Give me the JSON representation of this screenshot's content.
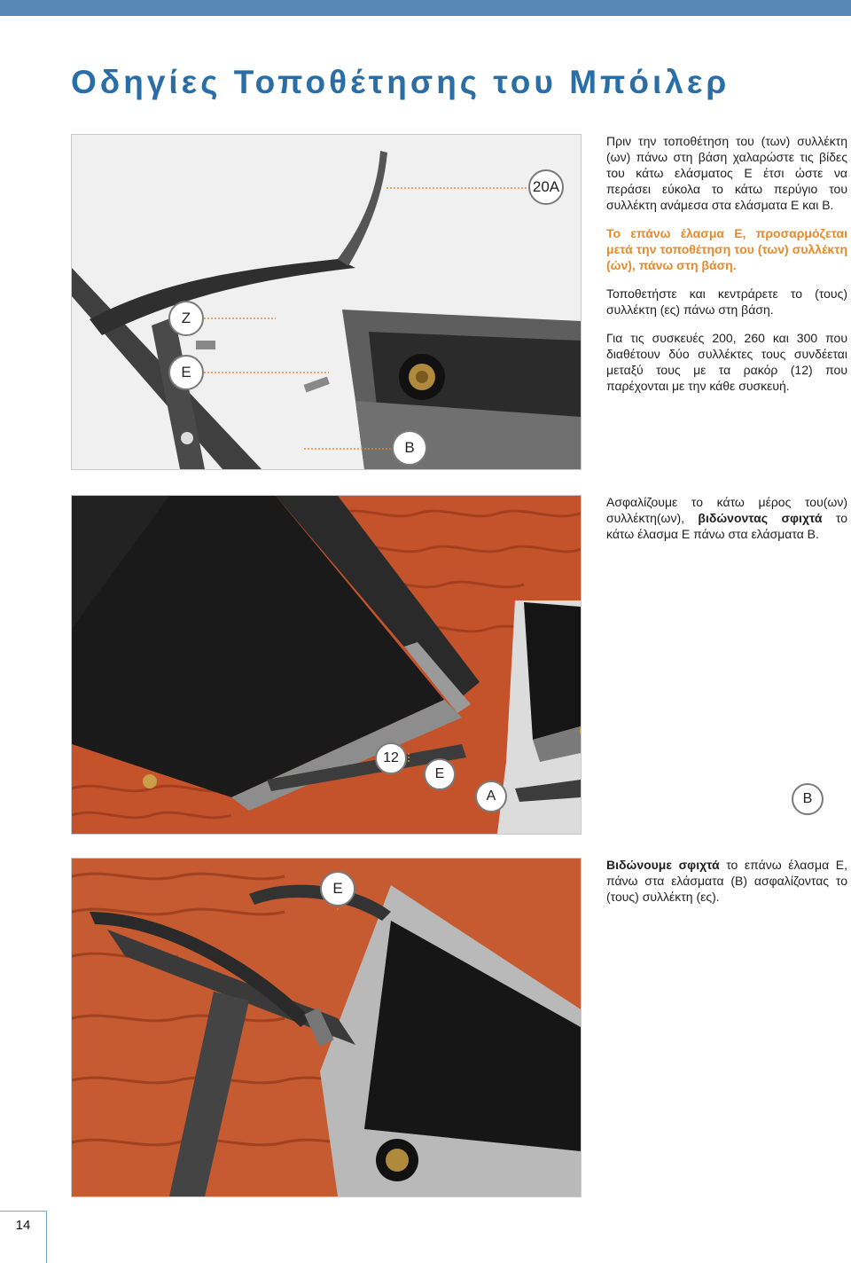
{
  "title": "Οδηγίες Τοποθέτησης του Μπόιλερ",
  "figure1": {
    "labels": {
      "l20a": "20A",
      "z": "Z",
      "e": "E",
      "b": "B"
    }
  },
  "text1": {
    "p1": "Πριν την τοποθέτηση του (των) συλλέκτη (ων) πάνω στη βάση χαλαρώστε τις βίδες του κάτω ελάσματος Ε έτσι ώστε να περάσει εύκολα το κάτω περύγιο του συλλέκτη ανάμεσα στα ελάσματα Ε και Β.",
    "p2": "Το επάνω έλασμα Ε, προσαρμόζεται μετά την τοποθέτηση του (των) συλλέκτη (ών), πάνω στη βάση.",
    "p3": "Τοποθετήστε και κεντράρετε το (τους) συλλέκτη (ες) πάνω στη βάση.",
    "p4": "Για τις συσκευές 200, 260 και 300 που διαθέτουν δύο συλλέκτες τους συνδέεται μεταξύ τους με τα ρακόρ (12) που παρέχονται με την κάθε συσκευή."
  },
  "figure2": {
    "labels": {
      "n12": "12",
      "e": "E",
      "a": "A",
      "b": "B"
    }
  },
  "text2": {
    "pre": "Ασφαλίζουμε το κάτω μέρος του(ων) συλλέκτη(ων), ",
    "bold": "βιδώνοντας σφιχτά",
    "post": " το κάτω έλασμα Ε πάνω στα ελάσματα Β."
  },
  "figure3": {
    "labels": {
      "e": "E"
    }
  },
  "text3": {
    "bold": "Βιδώνουμε σφιχτά",
    "post": " το επάνω έλασμα Ε, πάνω στα ελάσματα (Β) ασφαλίζοντας το (τους) συλλέκτη (ες)."
  },
  "page_number": "14",
  "colors": {
    "accent": "#2a6ea8",
    "highlight": "#e58a2a",
    "topbar": "#5a88b6",
    "roof": "#c8532b"
  }
}
